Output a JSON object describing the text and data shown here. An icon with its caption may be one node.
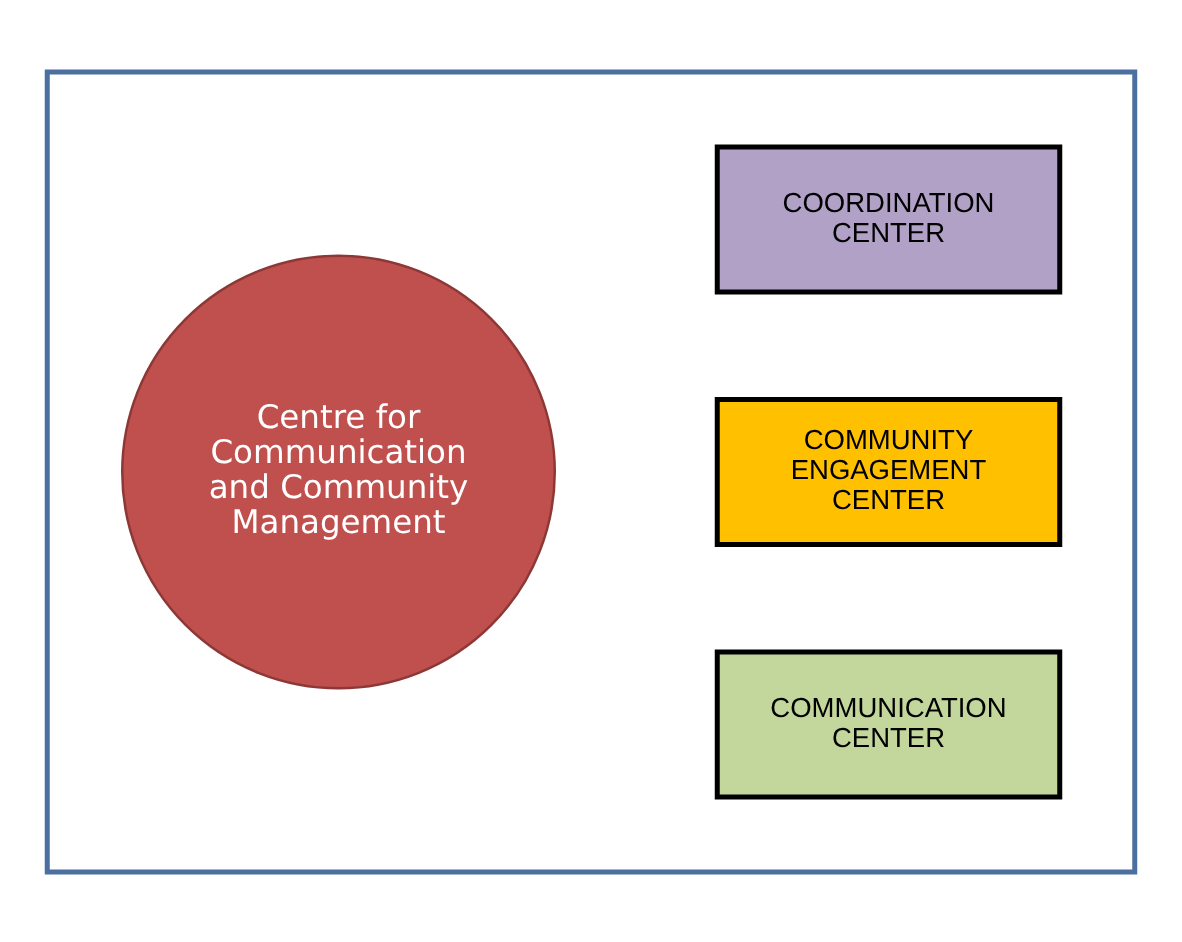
{
  "diagram": {
    "nodes": [
      {
        "text": [],
        "shape": "house"
      },
      {
        "text": [
          "Centre for Communication and Community Management"
        ],
        "in": 0
      },
      {
        "text": [
          "COMMUNICATION CENTER"
        ],
        "in": 0
      },
      {
        "text": [
          "COMMUNITY ENGAGEMENT CENTER"
        ],
        "in": 0
      },
      {
        "text": [
          "COORDINATION CENTER"
        ],
        "in": 0
      }
    ]
  }
}
